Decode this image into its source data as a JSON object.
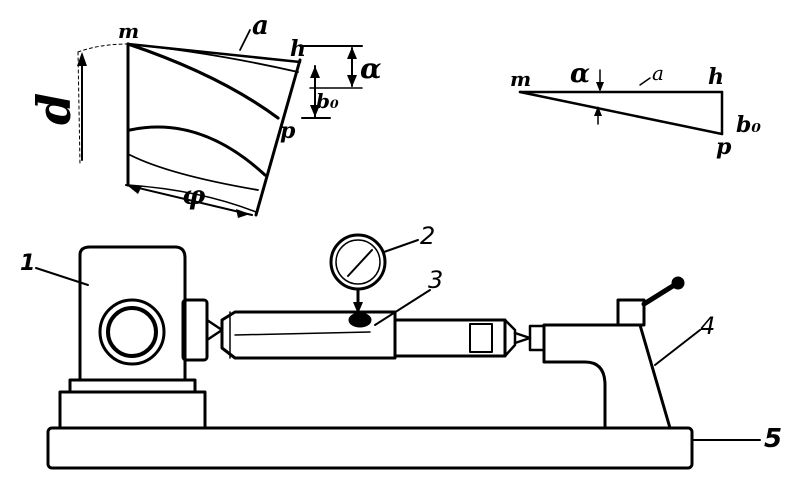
{
  "diagram": {
    "ink_color": "#000000",
    "paper_color": "#ffffff",
    "left_inset": {
      "point_m": "m",
      "chord_a": "a",
      "point_h": "h",
      "angle_alpha": "α",
      "offset_b0": "b₀",
      "point_p": "p",
      "diameter_d": "d",
      "arc_phi": "φ"
    },
    "right_inset": {
      "point_m": "m",
      "angle_alpha": "α",
      "side_a": "a",
      "point_h": "h",
      "side_b0": "b₀",
      "point_p": "p"
    },
    "apparatus": {
      "callout_1": "1",
      "callout_2": "2",
      "callout_3": "3",
      "callout_4": "4",
      "callout_5": "5"
    }
  }
}
